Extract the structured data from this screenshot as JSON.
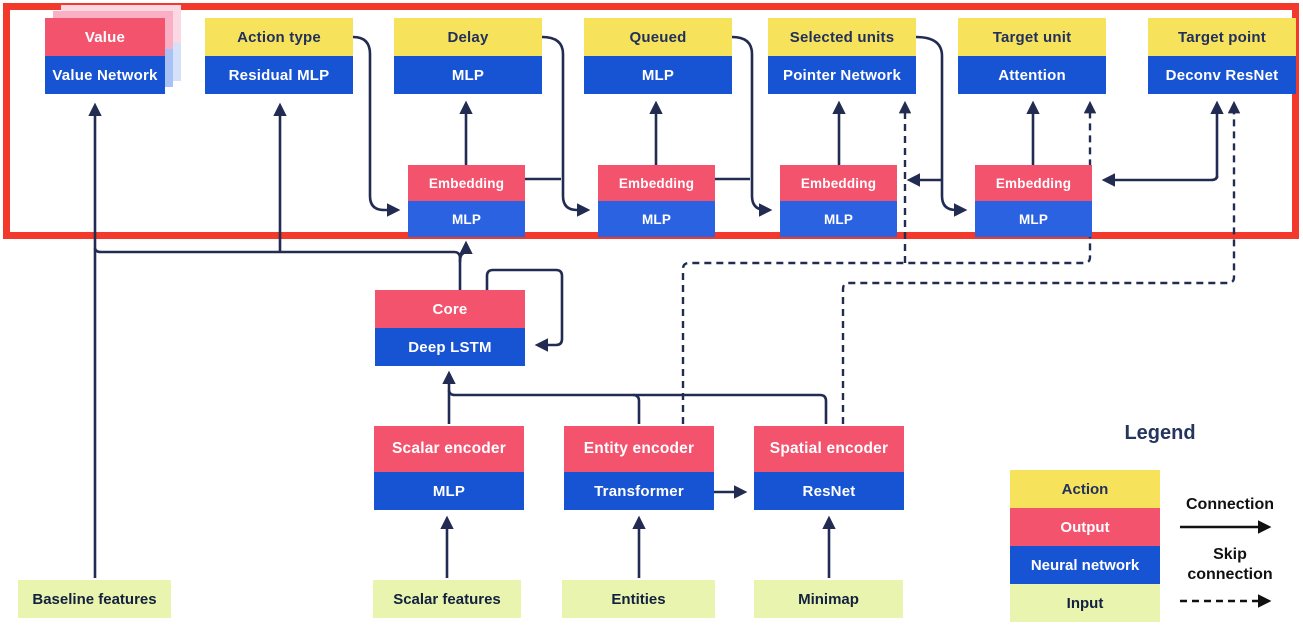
{
  "colors": {
    "action_yellow": "#f7e35b",
    "output_pink": "#f4536e",
    "network_blue": "#1754d3",
    "embedding_blue": "#2a62e2",
    "input_green": "#e9f5ae",
    "wire_navy": "#222b52",
    "highlight_frame_red": "#f2392c",
    "legend_arrow_black": "#111111"
  },
  "heads": [
    {
      "action": "Value",
      "network": "Value Network"
    },
    {
      "action": "Action type",
      "network": "Residual MLP"
    },
    {
      "action": "Delay",
      "network": "MLP"
    },
    {
      "action": "Queued",
      "network": "MLP"
    },
    {
      "action": "Selected units",
      "network": "Pointer Network"
    },
    {
      "action": "Target unit",
      "network": "Attention"
    },
    {
      "action": "Target point",
      "network": "Deconv ResNet"
    }
  ],
  "embeddings": [
    {
      "output": "Embedding",
      "network": "MLP"
    },
    {
      "output": "Embedding",
      "network": "MLP"
    },
    {
      "output": "Embedding",
      "network": "MLP"
    },
    {
      "output": "Embedding",
      "network": "MLP"
    }
  ],
  "core": {
    "output": "Core",
    "network": "Deep LSTM"
  },
  "encoders": [
    {
      "output": "Scalar encoder",
      "network": "MLP"
    },
    {
      "output": "Entity encoder",
      "network": "Transformer"
    },
    {
      "output": "Spatial encoder",
      "network": "ResNet"
    }
  ],
  "inputs": [
    {
      "label": "Baseline features"
    },
    {
      "label": "Scalar features"
    },
    {
      "label": "Entities"
    },
    {
      "label": "Minimap"
    }
  ],
  "legend": {
    "title": "Legend",
    "items": [
      {
        "label": "Action",
        "color": "#f7e35b"
      },
      {
        "label": "Output",
        "color": "#f4536e"
      },
      {
        "label": "Neural network",
        "color": "#1754d3"
      },
      {
        "label": "Input",
        "color": "#e9f5ae"
      }
    ],
    "connection_label": "Connection",
    "skip_connection_label_line1": "Skip",
    "skip_connection_label_line2": "connection"
  }
}
